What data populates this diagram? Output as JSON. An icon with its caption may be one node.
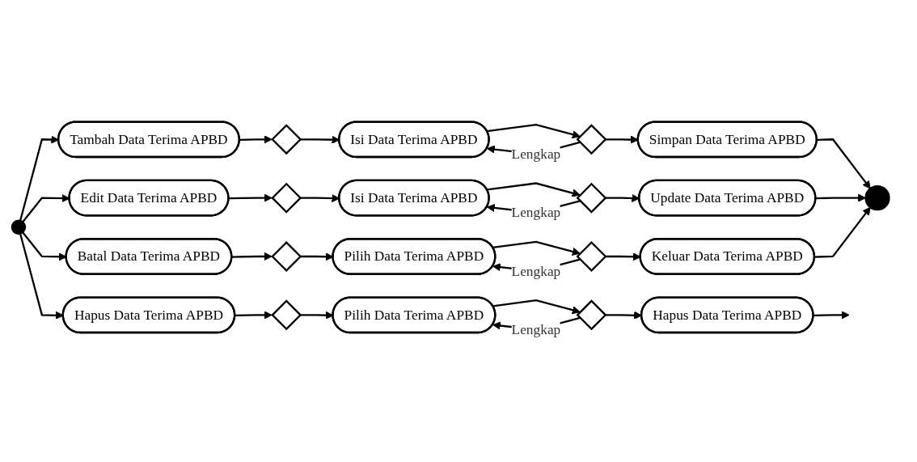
{
  "diagram": {
    "nodes": [
      {
        "text": [],
        "shape": "circle"
      },
      {
        "text": [
          "Tambah Data Terima APBD"
        ]
      },
      {
        "text": [],
        "shape": "diamond"
      },
      {
        "text": [
          "Isi Data Terima APBD"
        ]
      },
      {
        "text": [],
        "shape": "diamond"
      },
      {
        "text": [
          "Simpan Data Terima APBD"
        ]
      },
      {
        "text": [
          "Edit Data Terima APBD"
        ]
      },
      {
        "text": [],
        "shape": "diamond"
      },
      {
        "text": [
          "Isi Data Terima APBD"
        ]
      },
      {
        "text": [],
        "shape": "diamond"
      },
      {
        "text": [
          "Update Data Terima APBD"
        ]
      },
      {
        "text": [
          "Hapus Data Terima APBD"
        ]
      },
      {
        "text": [],
        "shape": "diamond"
      },
      {
        "text": [
          "Pilih Data Terima APBD"
        ]
      },
      {
        "text": [],
        "shape": "diamond"
      },
      {
        "text": [
          "Hapus Data Terima APBD"
        ]
      },
      {
        "text": [
          "Batal Data Terima APBD"
        ]
      },
      {
        "text": [],
        "shape": "diamond"
      },
      {
        "text": [
          "Pilih Data Terima APBD"
        ]
      },
      {
        "text": [],
        "shape": "diamond"
      },
      {
        "text": [
          "Keluar Data Terima APBD"
        ]
      },
      {
        "text": [],
        "shape": "circle"
      }
    ],
    "edges": [
      {
        "from": 0,
        "to": 1,
        "arrow": "to"
      },
      {
        "from": 0,
        "to": 6,
        "arrow": "to"
      },
      {
        "from": 0,
        "to": 11,
        "arrow": "to"
      },
      {
        "from": 0,
        "to": 16,
        "arrow": "to"
      },
      {
        "from": 1,
        "to": 2,
        "arrow": "to"
      },
      {
        "from": 2,
        "to": 3,
        "arrow": "to"
      },
      {
        "from": 3,
        "to": 4,
        "arrow": "to"
      },
      {
        "from": 4,
        "to": 3,
        "arrow": "to",
        "label": "Lengkap"
      },
      {
        "from": 4,
        "to": 5,
        "arrow": "to"
      },
      {
        "from": 5,
        "to": 21,
        "arrow": "to"
      },
      {
        "from": 6,
        "to": 7,
        "arrow": "to"
      },
      {
        "from": 7,
        "to": 8,
        "arrow": "to"
      },
      {
        "from": 8,
        "to": 9,
        "arrow": "to"
      },
      {
        "from": 9,
        "to": 8,
        "arrow": "to",
        "label": "Lengkap"
      },
      {
        "from": 9,
        "to": 10,
        "arrow": "to"
      },
      {
        "from": 10,
        "to": 21,
        "arrow": "to"
      },
      {
        "from": 11,
        "to": 12,
        "arrow": "to"
      },
      {
        "from": 12,
        "to": 13,
        "arrow": "to"
      },
      {
        "from": 13,
        "to": 14,
        "arrow": "to"
      },
      {
        "from": 14,
        "to": 13,
        "arrow": "to",
        "label": "Lengkap"
      },
      {
        "from": 14,
        "to": 15,
        "arrow": "to"
      },
      {
        "from": 15,
        "to": null,
        "arrow": "to"
      },
      {
        "from": 16,
        "to": 17,
        "arrow": "to"
      },
      {
        "from": 17,
        "to": 18,
        "arrow": "to"
      },
      {
        "from": 18,
        "to": 19,
        "arrow": "to"
      },
      {
        "from": 19,
        "to": 18,
        "arrow": "to",
        "label": "Lengkap"
      },
      {
        "from": 19,
        "to": 20,
        "arrow": "to"
      },
      {
        "from": 20,
        "to": 21,
        "arrow": "to"
      }
    ]
  }
}
